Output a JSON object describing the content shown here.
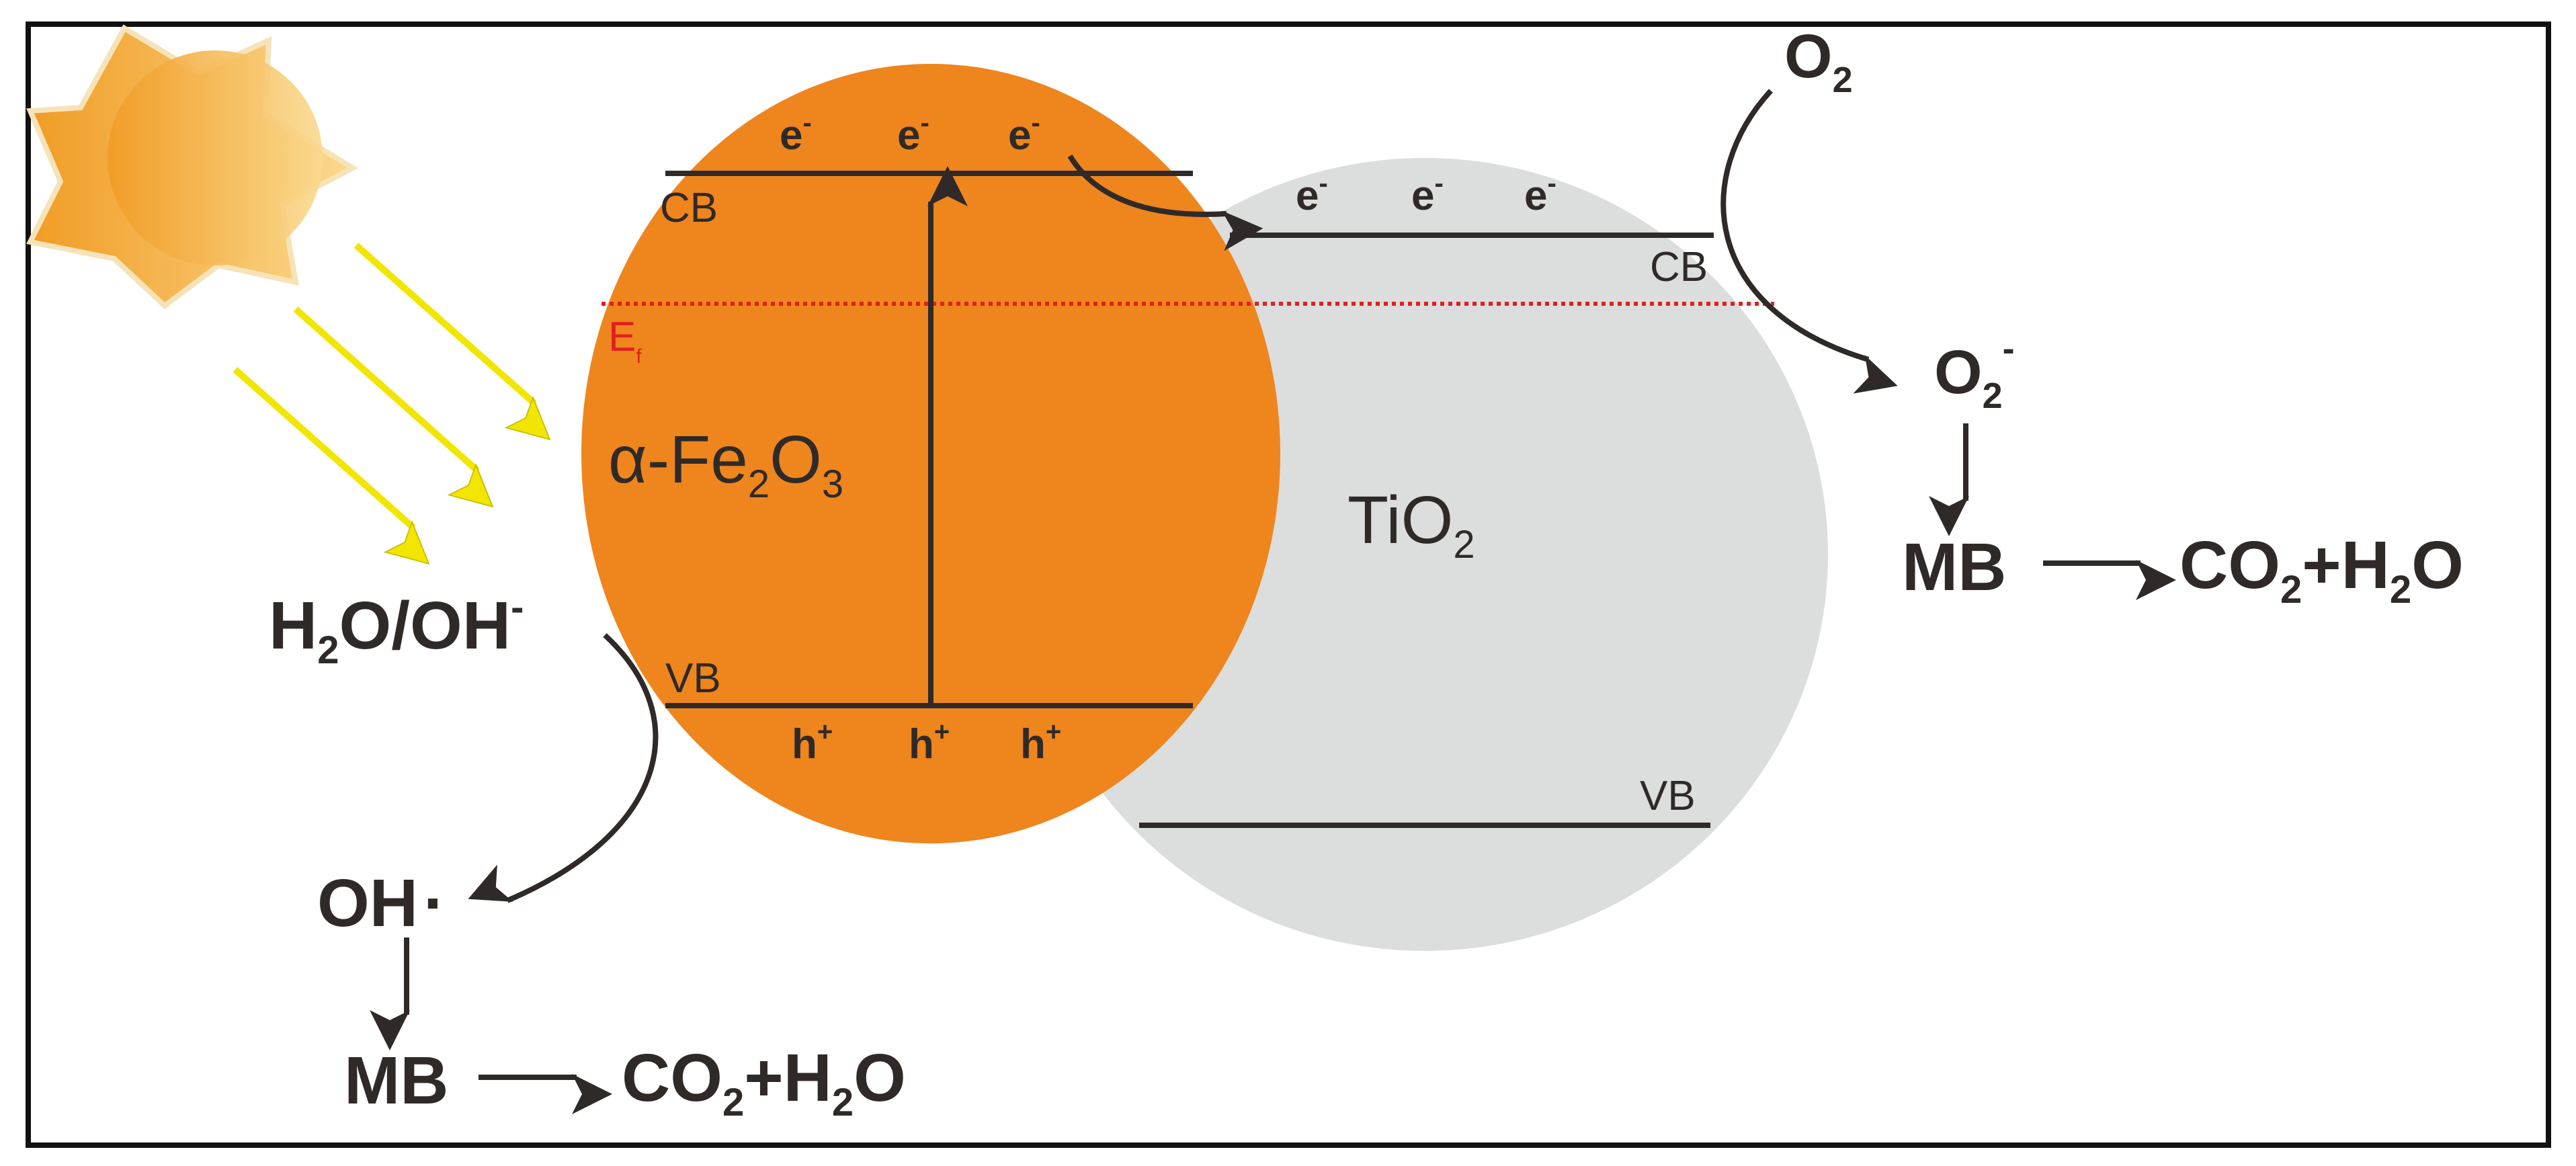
{
  "colors": {
    "fe2o3": "#EF851D",
    "tio2": "#DCDDDD",
    "ink": "#2F2A28",
    "fermi": "#E02020",
    "light_rays": "#F2E500",
    "sun_inner": "#F6B431",
    "sun_outer": "#F9E3B1"
  },
  "fe2o3": {
    "label_main": "α-Fe",
    "label_sub1": "2",
    "label_mid": "O",
    "label_sub2": "3",
    "cb_label": "CB",
    "vb_label": "VB",
    "fermi_label": "E",
    "fermi_sub": "f",
    "electrons": [
      {
        "base": "e",
        "sup": "-"
      },
      {
        "base": "e",
        "sup": "-"
      },
      {
        "base": "e",
        "sup": "-"
      }
    ],
    "holes": [
      {
        "base": "h",
        "sup": "+"
      },
      {
        "base": "h",
        "sup": "+"
      },
      {
        "base": "h",
        "sup": "+"
      }
    ]
  },
  "tio2": {
    "label_main": "TiO",
    "label_sub": "2",
    "cb_label": "CB",
    "vb_label": "VB",
    "electrons": [
      {
        "base": "e",
        "sup": "-"
      },
      {
        "base": "e",
        "sup": "-"
      },
      {
        "base": "e",
        "sup": "-"
      }
    ]
  },
  "reactions": {
    "o2": {
      "base": "O",
      "sub": "2"
    },
    "o2_radical": {
      "base": "O",
      "sub": "2",
      "sup": "-"
    },
    "right_product": {
      "reactant": "MB",
      "p1": "CO",
      "p1_sub": "2",
      "plus": "+H",
      "p2_sub": "2",
      "p2": "O"
    },
    "h2o_oh": {
      "h": "H",
      "sub": "2",
      "rest": "O/OH",
      "sup": "-"
    },
    "oh_radical": {
      "base": "OH",
      "dot": "·"
    },
    "left_product": {
      "reactant": "MB",
      "p1": "CO",
      "p1_sub": "2",
      "plus": "+H",
      "p2_sub": "2",
      "p2": "O"
    }
  }
}
